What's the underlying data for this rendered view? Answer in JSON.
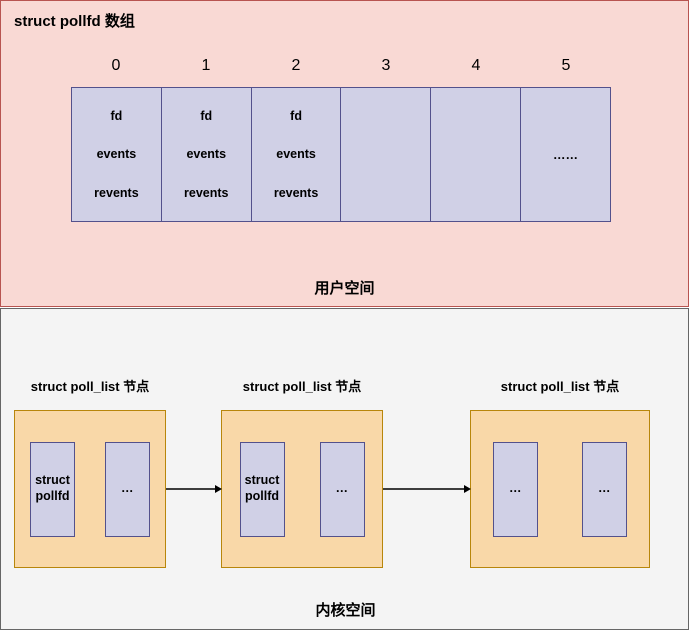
{
  "diagram": {
    "title": "struct pollfd 数组",
    "user_space": {
      "label": "用户空间",
      "background_color": "#f9d9d4",
      "border_color": "#b85450"
    },
    "kernel_space": {
      "label": "内核空间",
      "background_color": "#f4f4f4",
      "border_color": "#666666"
    },
    "colors": {
      "struct_cell": "#d0d0e6",
      "struct_cell_border": "#53518c",
      "node_fill": "#f9d8a8",
      "node_border": "#b8860b",
      "arrow": "#000000"
    }
  },
  "pollfd_array": {
    "indices": [
      "0",
      "1",
      "2",
      "3",
      "4",
      "5"
    ],
    "cells": [
      {
        "index": "0",
        "fields": [
          "fd",
          "events",
          "revents"
        ],
        "ellipsis": ""
      },
      {
        "index": "1",
        "fields": [
          "fd",
          "events",
          "revents"
        ],
        "ellipsis": ""
      },
      {
        "index": "2",
        "fields": [
          "fd",
          "events",
          "revents"
        ],
        "ellipsis": ""
      },
      {
        "index": "3",
        "fields": [],
        "ellipsis": ""
      },
      {
        "index": "4",
        "fields": [],
        "ellipsis": ""
      },
      {
        "index": "5",
        "fields": [],
        "ellipsis": "……"
      }
    ]
  },
  "poll_list_nodes": [
    {
      "label": "struct poll_list 节点",
      "slots": [
        {
          "line1": "struct",
          "line2": "pollfd"
        },
        {
          "line1": "…",
          "line2": ""
        }
      ]
    },
    {
      "label": "struct poll_list 节点",
      "slots": [
        {
          "line1": "struct",
          "line2": "pollfd"
        },
        {
          "line1": "…",
          "line2": ""
        }
      ]
    },
    {
      "label": "struct poll_list 节点",
      "slots": [
        {
          "line1": "…",
          "line2": ""
        },
        {
          "line1": "…",
          "line2": ""
        }
      ]
    }
  ]
}
